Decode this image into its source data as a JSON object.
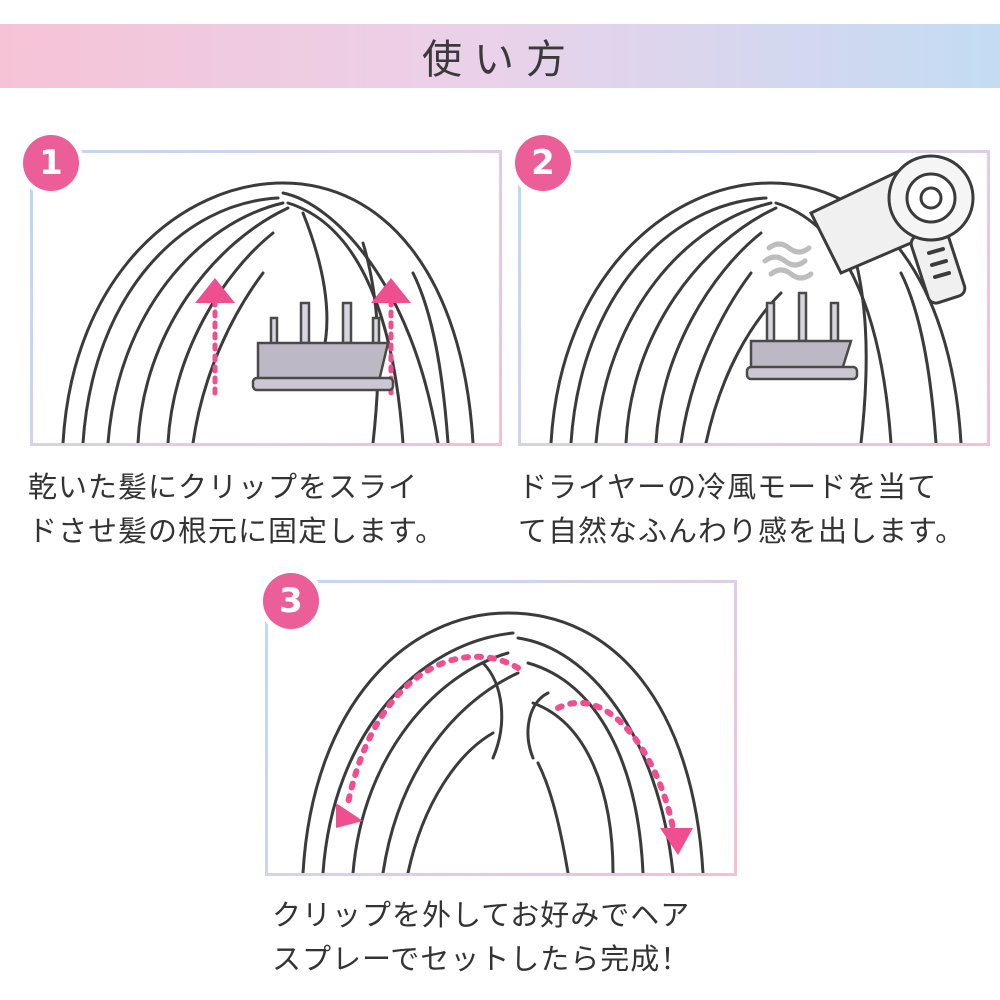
{
  "header": {
    "title": "使い方"
  },
  "steps": [
    {
      "number": "1",
      "caption_line1": "乾いた髪にクリップをスライ",
      "caption_line2": "ドさせ髪の根元に固定します。"
    },
    {
      "number": "2",
      "caption_line1": "ドライヤーの冷風モードを当て",
      "caption_line2": "て自然なふんわり感を出します。"
    },
    {
      "number": "3",
      "caption_line1": "クリップを外してお好みでヘア",
      "caption_line2": "スプレーでセットしたら完成！"
    }
  ],
  "icons": [
    "dotted-arrow-up-icon",
    "hair-clip-icon",
    "hair-dryer-icon",
    "air-flow-icon",
    "dotted-curved-arrow-icon"
  ],
  "colors": {
    "accent": "#ec5e97",
    "arrow": "#ef4f8e",
    "clip": "#bcb8c6",
    "line": "#3b3b3b"
  }
}
